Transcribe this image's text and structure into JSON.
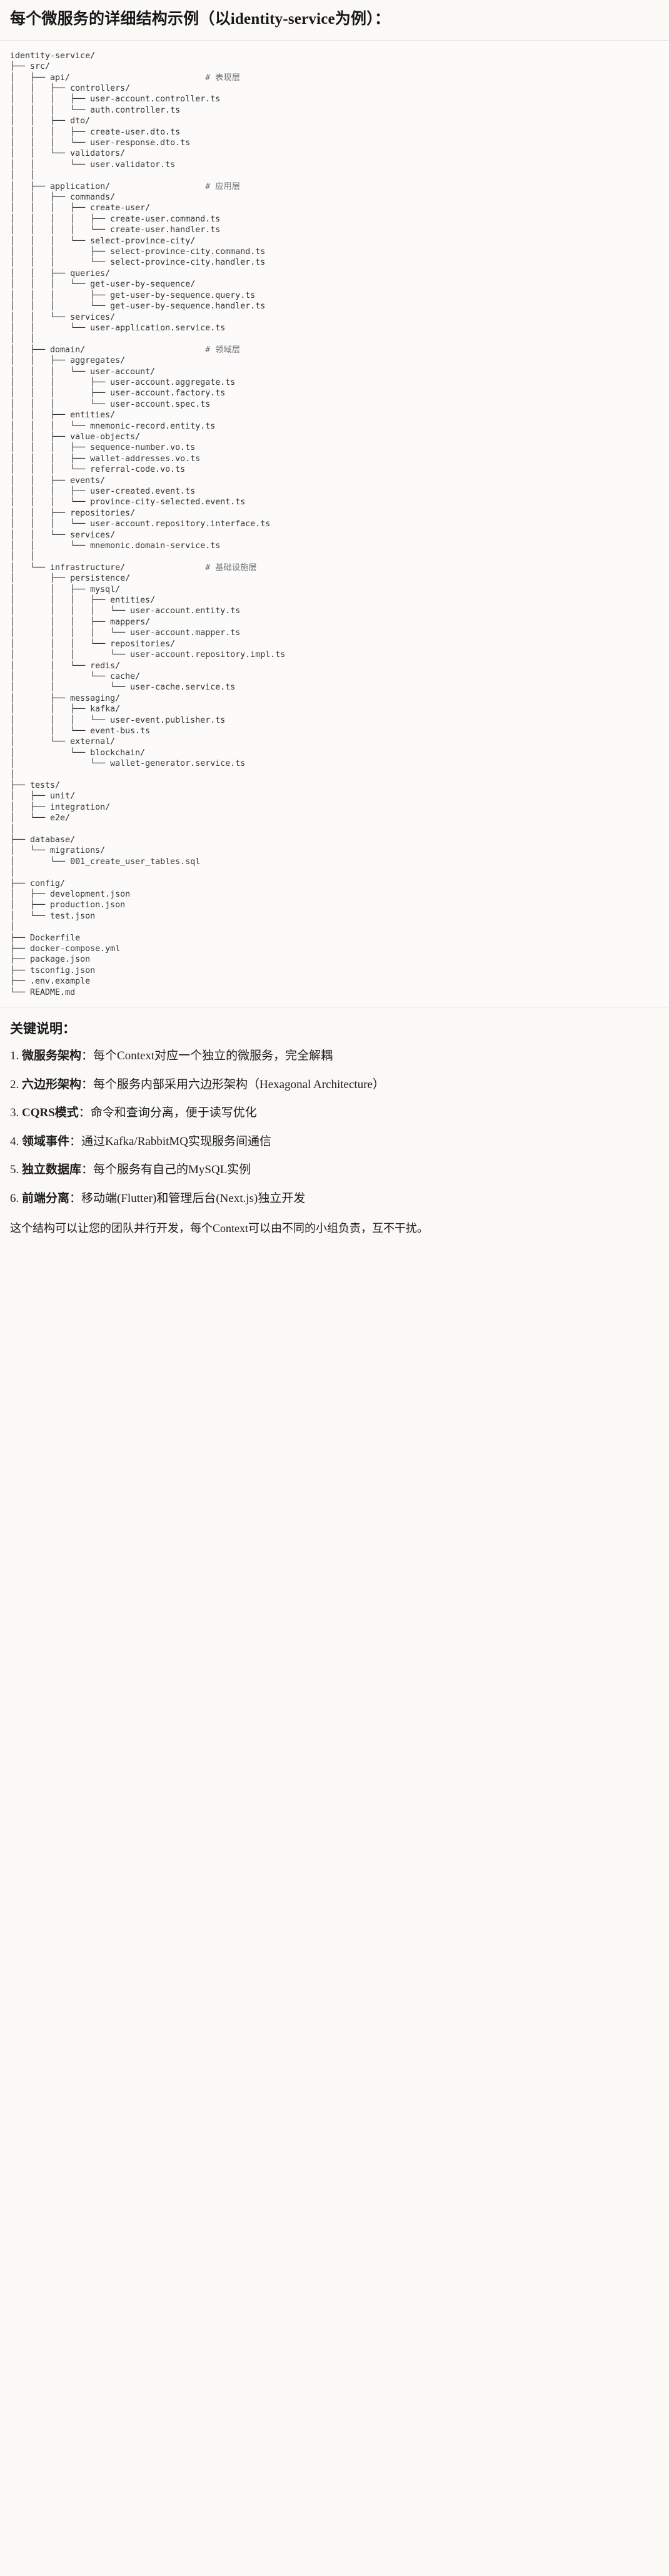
{
  "heading": "每个微服务的详细结构示例（以identity-service为例）：",
  "code_block": {
    "language": "text",
    "lines": [
      {
        "text": "identity-service/",
        "comment": ""
      },
      {
        "text": "├── src/",
        "comment": ""
      },
      {
        "text": "│   ├── api/",
        "comment": "# 表现层"
      },
      {
        "text": "│   │   ├── controllers/",
        "comment": ""
      },
      {
        "text": "│   │   │   ├── user-account.controller.ts",
        "comment": ""
      },
      {
        "text": "│   │   │   └── auth.controller.ts",
        "comment": ""
      },
      {
        "text": "│   │   ├── dto/",
        "comment": ""
      },
      {
        "text": "│   │   │   ├── create-user.dto.ts",
        "comment": ""
      },
      {
        "text": "│   │   │   └── user-response.dto.ts",
        "comment": ""
      },
      {
        "text": "│   │   └── validators/",
        "comment": ""
      },
      {
        "text": "│   │       └── user.validator.ts",
        "comment": ""
      },
      {
        "text": "│   │",
        "comment": ""
      },
      {
        "text": "│   ├── application/",
        "comment": "# 应用层"
      },
      {
        "text": "│   │   ├── commands/",
        "comment": ""
      },
      {
        "text": "│   │   │   ├── create-user/",
        "comment": ""
      },
      {
        "text": "│   │   │   │   ├── create-user.command.ts",
        "comment": ""
      },
      {
        "text": "│   │   │   │   └── create-user.handler.ts",
        "comment": ""
      },
      {
        "text": "│   │   │   └── select-province-city/",
        "comment": ""
      },
      {
        "text": "│   │   │       ├── select-province-city.command.ts",
        "comment": ""
      },
      {
        "text": "│   │   │       └── select-province-city.handler.ts",
        "comment": ""
      },
      {
        "text": "│   │   ├── queries/",
        "comment": ""
      },
      {
        "text": "│   │   │   └── get-user-by-sequence/",
        "comment": ""
      },
      {
        "text": "│   │   │       ├── get-user-by-sequence.query.ts",
        "comment": ""
      },
      {
        "text": "│   │   │       └── get-user-by-sequence.handler.ts",
        "comment": ""
      },
      {
        "text": "│   │   └── services/",
        "comment": ""
      },
      {
        "text": "│   │       └── user-application.service.ts",
        "comment": ""
      },
      {
        "text": "│   │",
        "comment": ""
      },
      {
        "text": "│   ├── domain/",
        "comment": "# 领域层"
      },
      {
        "text": "│   │   ├── aggregates/",
        "comment": ""
      },
      {
        "text": "│   │   │   └── user-account/",
        "comment": ""
      },
      {
        "text": "│   │   │       ├── user-account.aggregate.ts",
        "comment": ""
      },
      {
        "text": "│   │   │       ├── user-account.factory.ts",
        "comment": ""
      },
      {
        "text": "│   │   │       └── user-account.spec.ts",
        "comment": ""
      },
      {
        "text": "│   │   ├── entities/",
        "comment": ""
      },
      {
        "text": "│   │   │   └── mnemonic-record.entity.ts",
        "comment": ""
      },
      {
        "text": "│   │   ├── value-objects/",
        "comment": ""
      },
      {
        "text": "│   │   │   ├── sequence-number.vo.ts",
        "comment": ""
      },
      {
        "text": "│   │   │   ├── wallet-addresses.vo.ts",
        "comment": ""
      },
      {
        "text": "│   │   │   └── referral-code.vo.ts",
        "comment": ""
      },
      {
        "text": "│   │   ├── events/",
        "comment": ""
      },
      {
        "text": "│   │   │   ├── user-created.event.ts",
        "comment": ""
      },
      {
        "text": "│   │   │   └── province-city-selected.event.ts",
        "comment": ""
      },
      {
        "text": "│   │   ├── repositories/",
        "comment": ""
      },
      {
        "text": "│   │   │   └── user-account.repository.interface.ts",
        "comment": ""
      },
      {
        "text": "│   │   └── services/",
        "comment": ""
      },
      {
        "text": "│   │       └── mnemonic.domain-service.ts",
        "comment": ""
      },
      {
        "text": "│   │",
        "comment": ""
      },
      {
        "text": "│   └── infrastructure/",
        "comment": "# 基础设施层"
      },
      {
        "text": "│       ├── persistence/",
        "comment": ""
      },
      {
        "text": "│       │   ├── mysql/",
        "comment": ""
      },
      {
        "text": "│       │   │   ├── entities/",
        "comment": ""
      },
      {
        "text": "│       │   │   │   └── user-account.entity.ts",
        "comment": ""
      },
      {
        "text": "│       │   │   ├── mappers/",
        "comment": ""
      },
      {
        "text": "│       │   │   │   └── user-account.mapper.ts",
        "comment": ""
      },
      {
        "text": "│       │   │   └── repositories/",
        "comment": ""
      },
      {
        "text": "│       │   │       └── user-account.repository.impl.ts",
        "comment": ""
      },
      {
        "text": "│       │   └── redis/",
        "comment": ""
      },
      {
        "text": "│       │       └── cache/",
        "comment": ""
      },
      {
        "text": "│       │           └── user-cache.service.ts",
        "comment": ""
      },
      {
        "text": "│       ├── messaging/",
        "comment": ""
      },
      {
        "text": "│       │   ├── kafka/",
        "comment": ""
      },
      {
        "text": "│       │   │   └── user-event.publisher.ts",
        "comment": ""
      },
      {
        "text": "│       │   └── event-bus.ts",
        "comment": ""
      },
      {
        "text": "│       └── external/",
        "comment": ""
      },
      {
        "text": "│           └── blockchain/",
        "comment": ""
      },
      {
        "text": "│               └── wallet-generator.service.ts",
        "comment": ""
      },
      {
        "text": "│",
        "comment": ""
      },
      {
        "text": "├── tests/",
        "comment": ""
      },
      {
        "text": "│   ├── unit/",
        "comment": ""
      },
      {
        "text": "│   ├── integration/",
        "comment": ""
      },
      {
        "text": "│   └── e2e/",
        "comment": ""
      },
      {
        "text": "│",
        "comment": ""
      },
      {
        "text": "├── database/",
        "comment": ""
      },
      {
        "text": "│   └── migrations/",
        "comment": ""
      },
      {
        "text": "│       └── 001_create_user_tables.sql",
        "comment": ""
      },
      {
        "text": "│",
        "comment": ""
      },
      {
        "text": "├── config/",
        "comment": ""
      },
      {
        "text": "│   ├── development.json",
        "comment": ""
      },
      {
        "text": "│   ├── production.json",
        "comment": ""
      },
      {
        "text": "│   └── test.json",
        "comment": ""
      },
      {
        "text": "│",
        "comment": ""
      },
      {
        "text": "├── Dockerfile",
        "comment": ""
      },
      {
        "text": "├── docker-compose.yml",
        "comment": ""
      },
      {
        "text": "├── package.json",
        "comment": ""
      },
      {
        "text": "├── tsconfig.json",
        "comment": ""
      },
      {
        "text": "├── .env.example",
        "comment": ""
      },
      {
        "text": "└── README.md",
        "comment": ""
      }
    ]
  },
  "key_points": {
    "title": "关键说明：",
    "items": [
      {
        "num": "1.",
        "term": "微服务架构",
        "desc": "：每个Context对应一个独立的微服务，完全解耦"
      },
      {
        "num": "2.",
        "term": "六边形架构",
        "desc": "：每个服务内部采用六边形架构（Hexagonal Architecture）"
      },
      {
        "num": "3.",
        "term": "CQRS模式",
        "desc": "：命令和查询分离，便于读写优化"
      },
      {
        "num": "4.",
        "term": "领域事件",
        "desc": "：通过Kafka/RabbitMQ实现服务间通信"
      },
      {
        "num": "5.",
        "term": "独立数据库",
        "desc": "：每个服务有自己的MySQL实例"
      },
      {
        "num": "6.",
        "term": "前端分离",
        "desc": "：移动端(Flutter)和管理后台(Next.js)独立开发"
      }
    ],
    "footer": "这个结构可以让您的团队并行开发，每个Context可以由不同的小组负责，互不干扰。"
  },
  "colors": {
    "page_bg": "#faf9f6",
    "code_bg": "#fcfbf9",
    "text": "#1a1a19",
    "code_text": "#2b2f33",
    "comment_text": "#6b7076",
    "rule": "#e6e3dc"
  }
}
